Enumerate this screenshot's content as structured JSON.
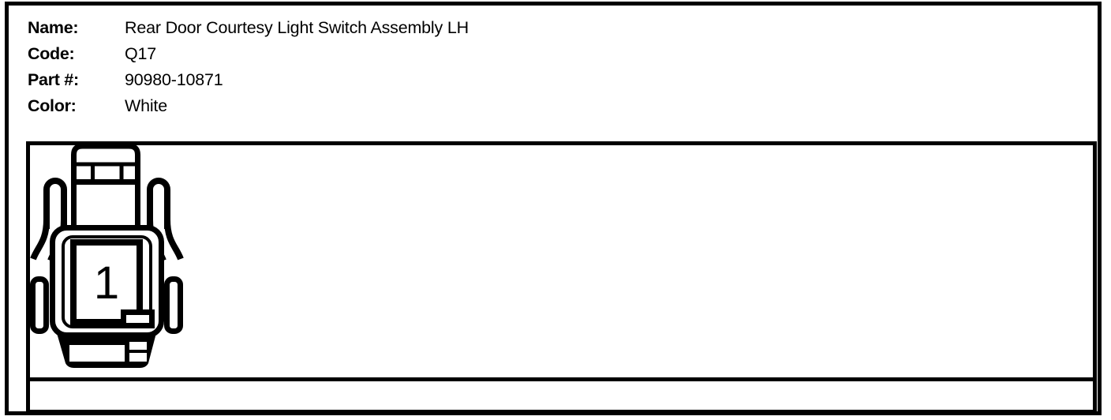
{
  "colors": {
    "ink": "#000000",
    "paper": "#ffffff"
  },
  "header": {
    "fields": [
      {
        "label": "Name:",
        "value": "Rear Door Courtesy Light Switch Assembly LH"
      },
      {
        "label": "Code:",
        "value": "Q17"
      },
      {
        "label": "Part #:",
        "value": "90980-10871"
      },
      {
        "label": "Color:",
        "value": "White"
      }
    ]
  },
  "connector": {
    "view": "connector-front-view",
    "pin_count": 1,
    "pins": [
      {
        "number": "1"
      }
    ]
  }
}
